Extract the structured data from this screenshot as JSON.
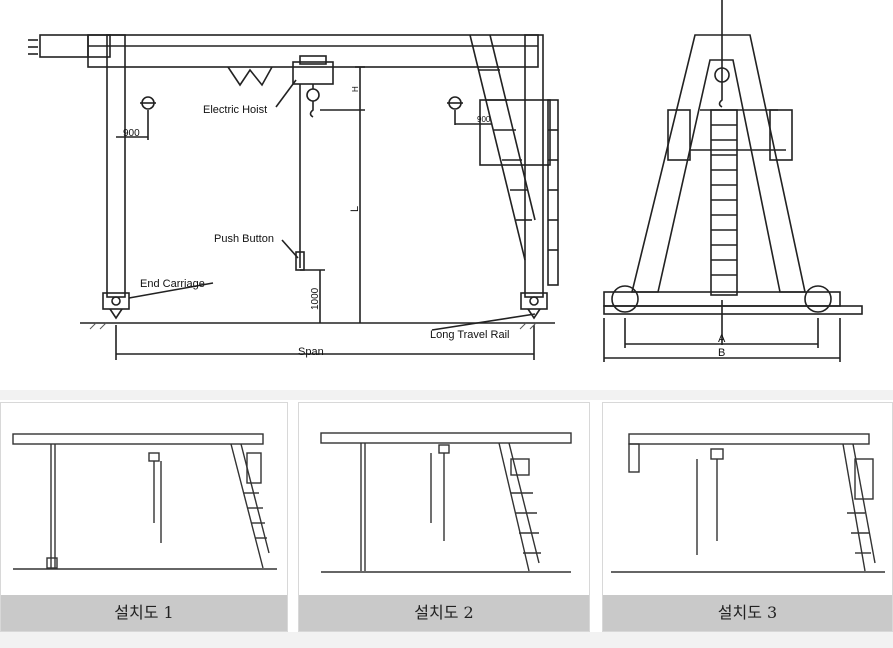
{
  "main_drawing": {
    "labels": {
      "electric_hoist": "Electric Hoist",
      "push_button": "Push Button",
      "end_carriage": "End Carriage",
      "long_travel_rail": "Long Travel Rail",
      "span": "Span",
      "dim_1000": "1000",
      "dim_900_left": "900",
      "dim_900_right": "900",
      "dim_L": "L",
      "dim_H": "H"
    }
  },
  "side_drawing": {
    "labels": {
      "dim_A": "A",
      "dim_B": "B"
    }
  },
  "installations": [
    {
      "caption": "설치도 1"
    },
    {
      "caption": "설치도 2"
    },
    {
      "caption": "설치도 3"
    }
  ]
}
